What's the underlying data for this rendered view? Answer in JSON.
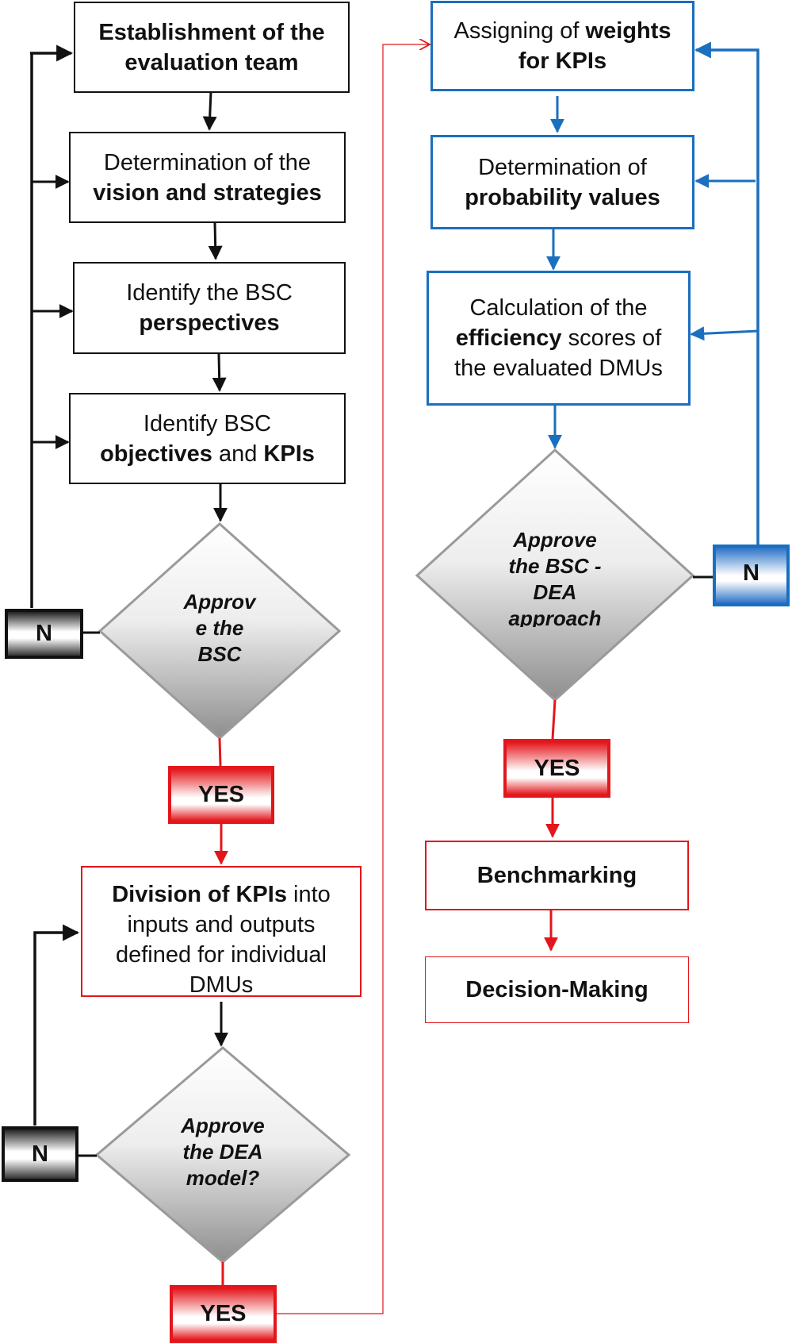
{
  "boxes": {
    "establishment": {
      "line1_bold": "Establishment of the",
      "line2_bold": "evaluation team"
    },
    "vision": {
      "line1": "Determination of the",
      "line2_bold": "vision and strategies"
    },
    "perspectives": {
      "line1": "Identify the BSC",
      "line2_bold": "perspectives"
    },
    "objectives": {
      "line1": "Identify BSC",
      "bold_a": "objectives",
      "and": " and ",
      "bold_b": "KPIs"
    },
    "division": {
      "bold": "Division of KPIs",
      "rest": " into",
      "line2": "inputs and outputs",
      "line3": "defined for individual",
      "line4": "DMUs"
    },
    "weights": {
      "text": "Assigning of ",
      "bold": "weights",
      "line2_bold": "for KPIs"
    },
    "probability": {
      "line1": "Determination of",
      "line2_bold": "probability values"
    },
    "efficiency": {
      "line1": "Calculation of the",
      "bold": "efficiency",
      "rest": " scores of",
      "line3": "the evaluated DMUs"
    },
    "benchmarking": {
      "bold": "Benchmarking"
    },
    "decision": {
      "bold": "Decision-Making"
    }
  },
  "decisions": {
    "approve_bsc": {
      "line1": "Approv",
      "line2": "e the",
      "line3": "BSC"
    },
    "approve_dea": {
      "line1": "Approve",
      "line2": "the DEA",
      "line3": "model?"
    },
    "approve_bsc_dea": {
      "line1": "Approve",
      "line2": "the BSC -",
      "line3": "DEA",
      "line4": "approach"
    }
  },
  "tags": {
    "no_1": "N",
    "no_2": "N",
    "no_3": "N",
    "yes_1": "YES",
    "yes_2": "YES",
    "yes_3": "YES"
  },
  "colors": {
    "black": "#111111",
    "blue": "#1a6fbf",
    "red": "#e3161b",
    "diamond_gray": "#9a9a9a"
  }
}
